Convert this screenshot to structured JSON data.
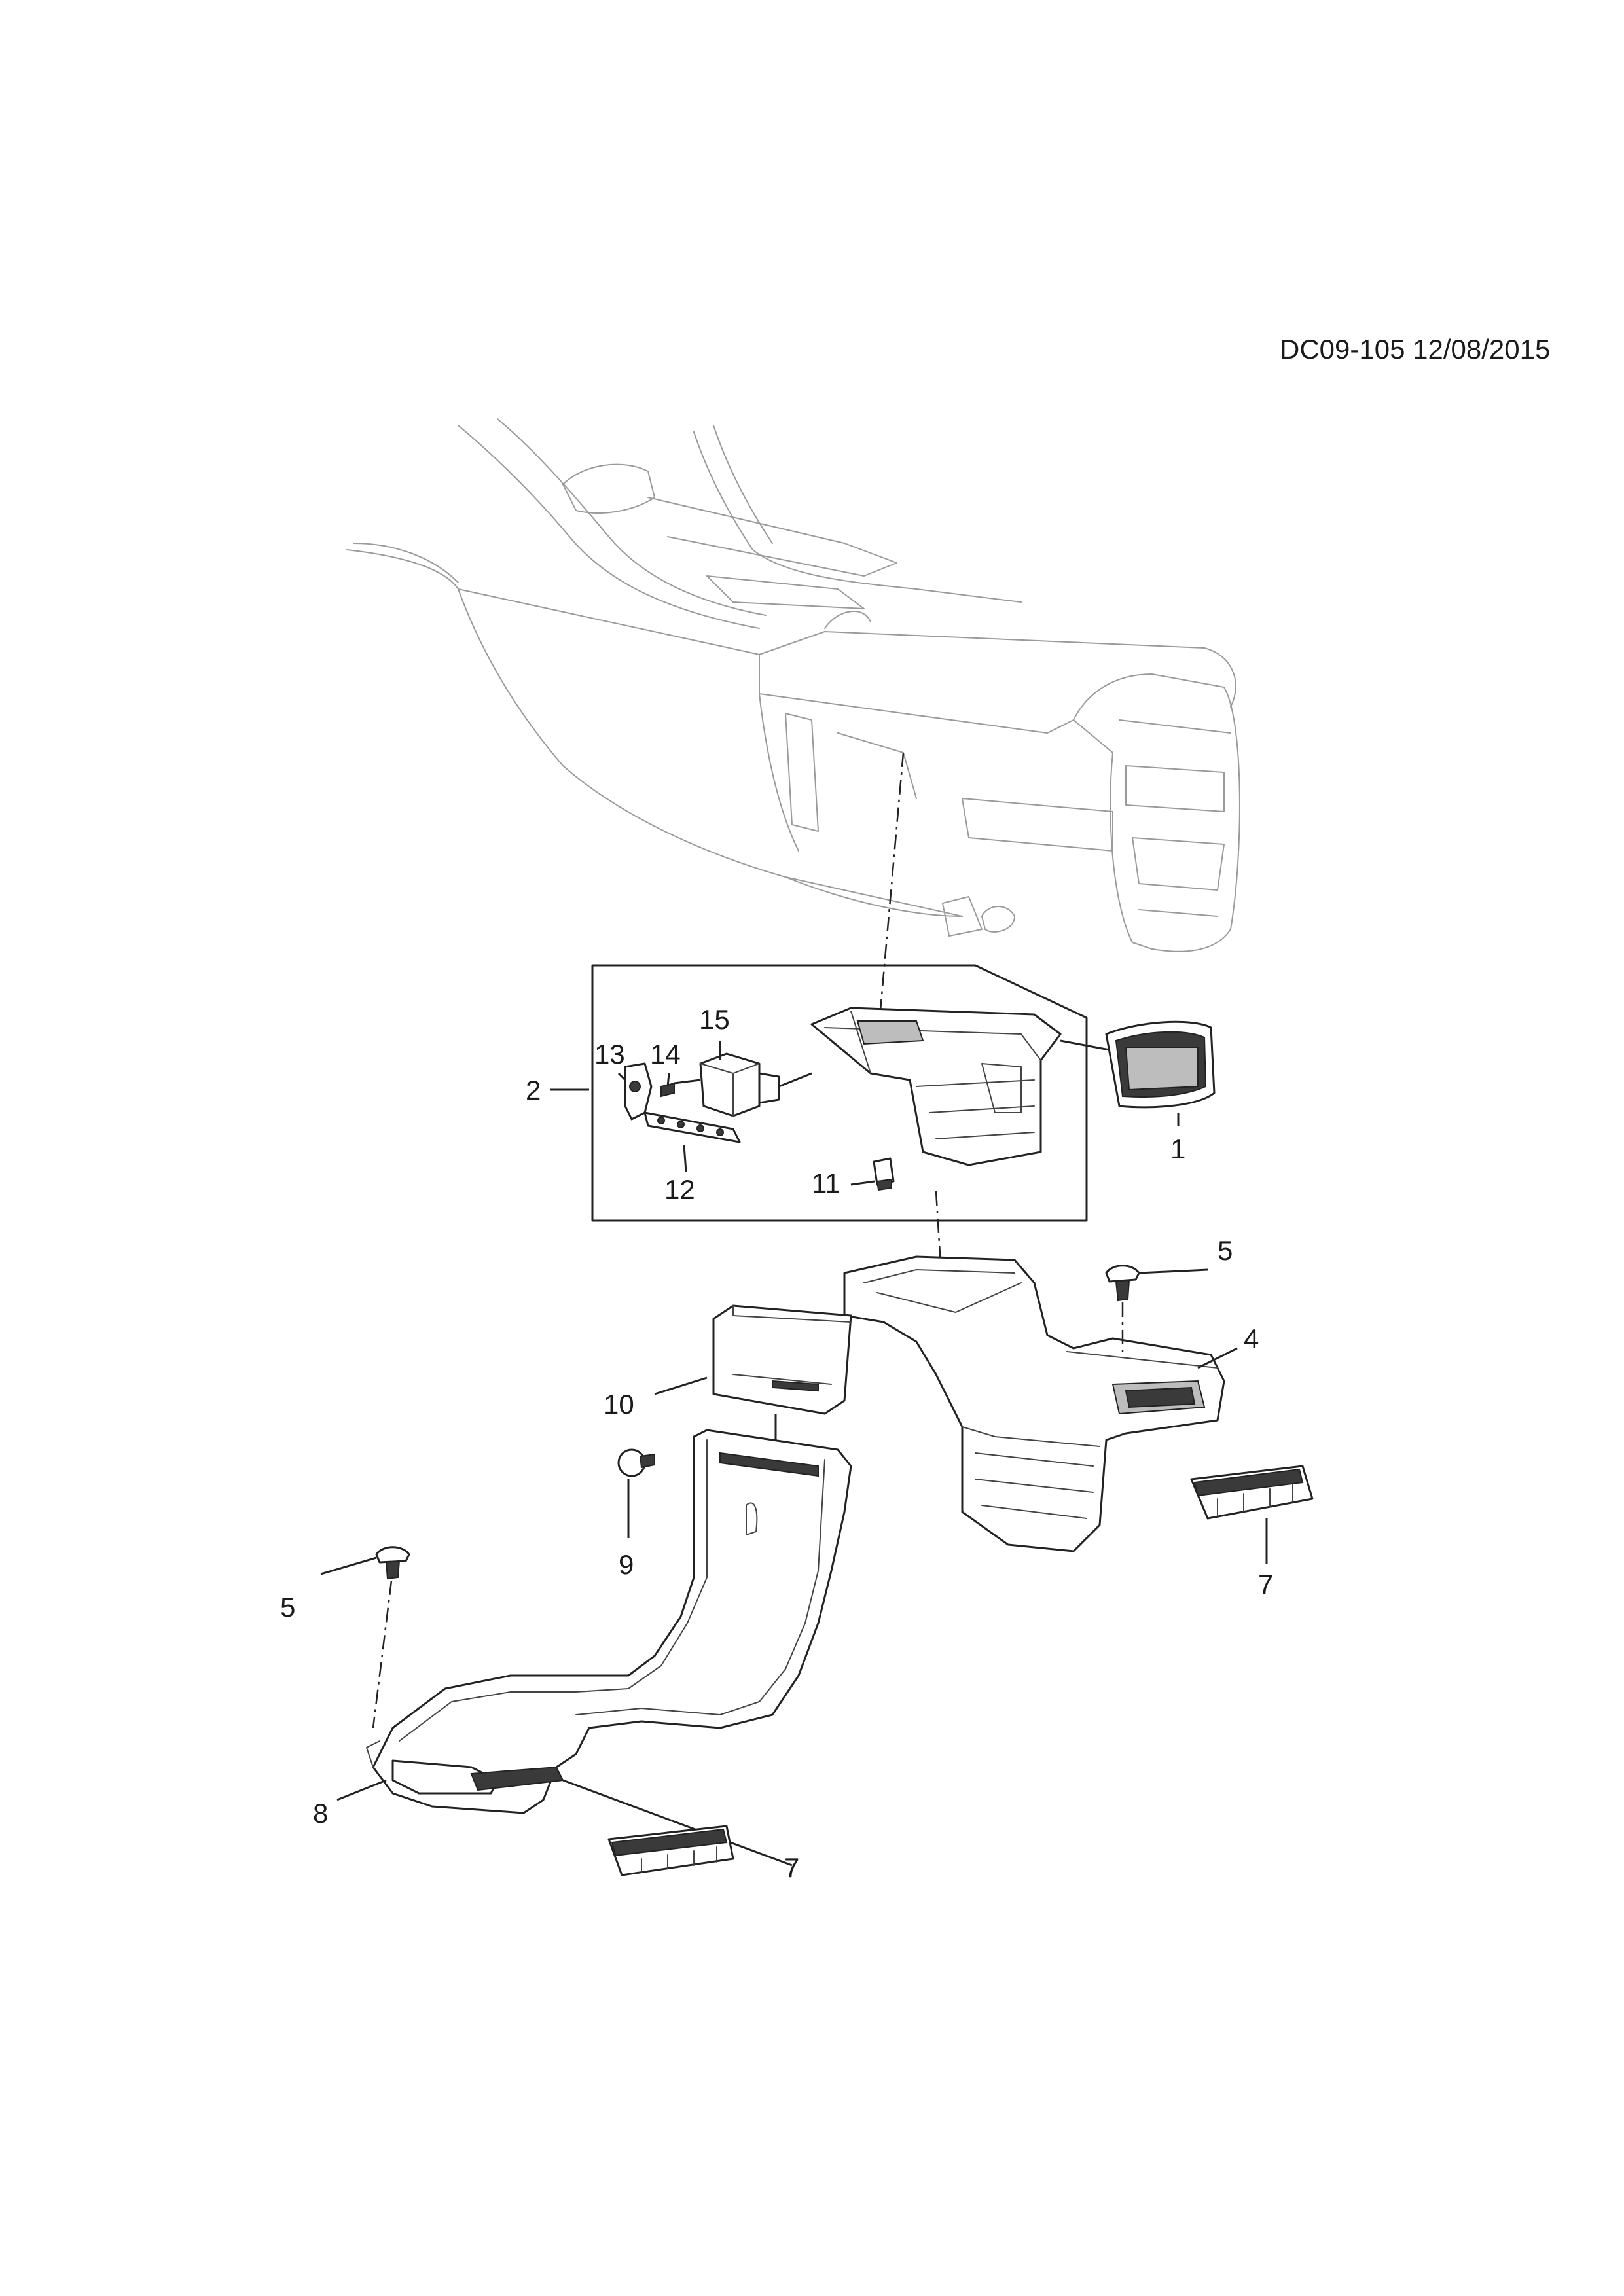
{
  "diagram": {
    "reference": "DC09-105 12/08/2015",
    "callouts": [
      {
        "id": "c1",
        "label": "1"
      },
      {
        "id": "c2",
        "label": "2"
      },
      {
        "id": "c4",
        "label": "4"
      },
      {
        "id": "c5a",
        "label": "5"
      },
      {
        "id": "c5b",
        "label": "5"
      },
      {
        "id": "c7a",
        "label": "7"
      },
      {
        "id": "c7b",
        "label": "7"
      },
      {
        "id": "c8",
        "label": "8"
      },
      {
        "id": "c9",
        "label": "9"
      },
      {
        "id": "c10",
        "label": "10"
      },
      {
        "id": "c11",
        "label": "11"
      },
      {
        "id": "c12",
        "label": "12"
      },
      {
        "id": "c13",
        "label": "13"
      },
      {
        "id": "c14",
        "label": "14"
      },
      {
        "id": "c15",
        "label": "15"
      }
    ]
  }
}
